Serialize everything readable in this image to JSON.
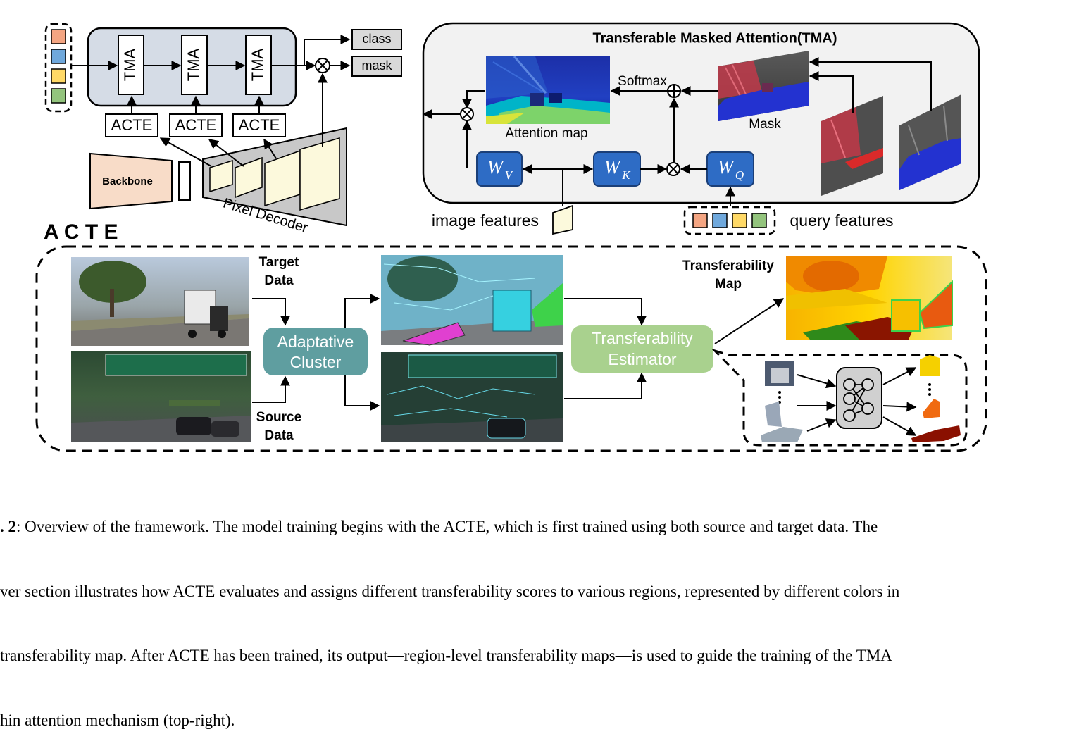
{
  "decoder": {
    "tma_blocks": [
      "TMA",
      "TMA",
      "TMA"
    ],
    "acte_blocks": [
      "ACTE",
      "ACTE",
      "ACTE"
    ],
    "backbone_label": "Backbone",
    "pixel_decoder_label": "Pixel Decoder",
    "outputs": {
      "class": "class",
      "mask": "mask"
    }
  },
  "tma": {
    "title": "Transferable Masked Attention(TMA)",
    "softmax": "Softmax",
    "attention_map": "Attention map",
    "mask": "Mask",
    "wv": "W",
    "wv_sub": "V",
    "wk": "W",
    "wk_sub": "K",
    "wq": "W",
    "wq_sub": "Q",
    "image_features": "image features",
    "query_features": "query features"
  },
  "acte": {
    "title": "A C T E",
    "target_data": [
      "Target",
      "Data"
    ],
    "source_data": [
      "Source",
      "Data"
    ],
    "adaptative_cluster": [
      "Adaptative",
      "Cluster"
    ],
    "transferability_estimator": [
      "Transferability",
      "Estimator"
    ],
    "transferability_map": [
      "Transferability",
      "Map"
    ]
  },
  "query_colors": [
    "#f4a582",
    "#6fa8dc",
    "#ffd966",
    "#93c47d"
  ],
  "caption": {
    "fig_label": ". 2",
    "lines": [
      ": Overview of the framework. The model training begins with the ACTE, which is first trained using both source and target data. The",
      "ver section illustrates how ACTE evaluates and assigns different transferability scores to various regions, represented by different colors in",
      "transferability map. After ACTE has been trained, its output—region-level transferability maps—is used to guide the training of the TMA",
      "hin attention mechanism (top-right)."
    ]
  }
}
